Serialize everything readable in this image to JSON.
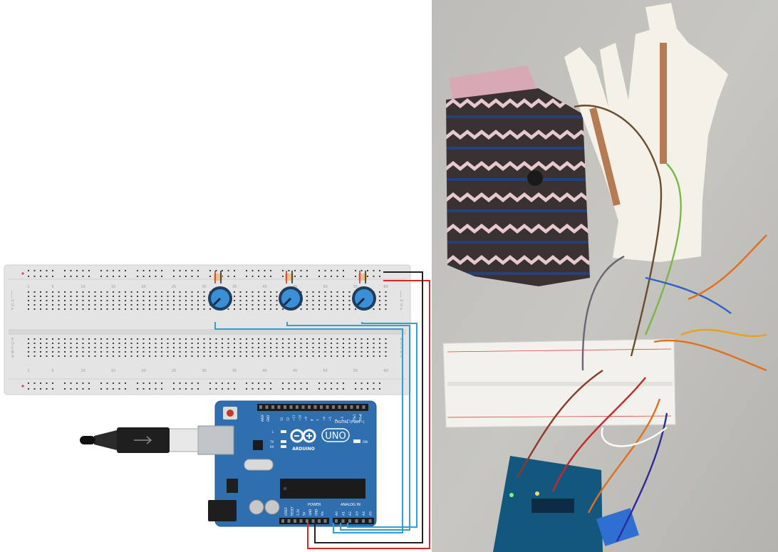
{
  "breadboard": {
    "column_numbers": [
      "1",
      "5",
      "10",
      "15",
      "20",
      "25",
      "30",
      "35",
      "40",
      "45",
      "50",
      "55",
      "60"
    ],
    "row_letters_top": [
      "J",
      "I",
      "H",
      "G",
      "F"
    ],
    "row_letters_bottom": [
      "E",
      "D",
      "C",
      "B",
      "A"
    ]
  },
  "arduino": {
    "brand": "ARDUINO",
    "model": "UNO",
    "digital_label": "DIGITAL (PWM~)",
    "power_label": "POWER",
    "analog_label": "ANALOG IN",
    "on_label": "ON",
    "led_labels": [
      "L",
      "TX",
      "RX"
    ],
    "aref_label": "AREF",
    "gnd_label": "GND",
    "digital_pins": [
      "13",
      "12",
      "~11",
      "~10",
      "~9",
      "8",
      "7",
      "~6",
      "~5",
      "4",
      "~3",
      "2",
      "TX▸1",
      "RX◂0"
    ],
    "power_pins": [
      "IOREF",
      "RESET",
      "3.3V",
      "5V",
      "GND",
      "GND",
      "Vin"
    ],
    "analog_pins": [
      "A0",
      "A1",
      "A2",
      "A3",
      "A4",
      "A5"
    ]
  },
  "colors": {
    "arduino_blue": "#2f6fb0",
    "breadboard": "#e4e4e4",
    "wire_blue": "#2f9fd8",
    "wire_red": "#d62828",
    "wire_black": "#222222",
    "pot_blue": "#3a8fd6"
  }
}
